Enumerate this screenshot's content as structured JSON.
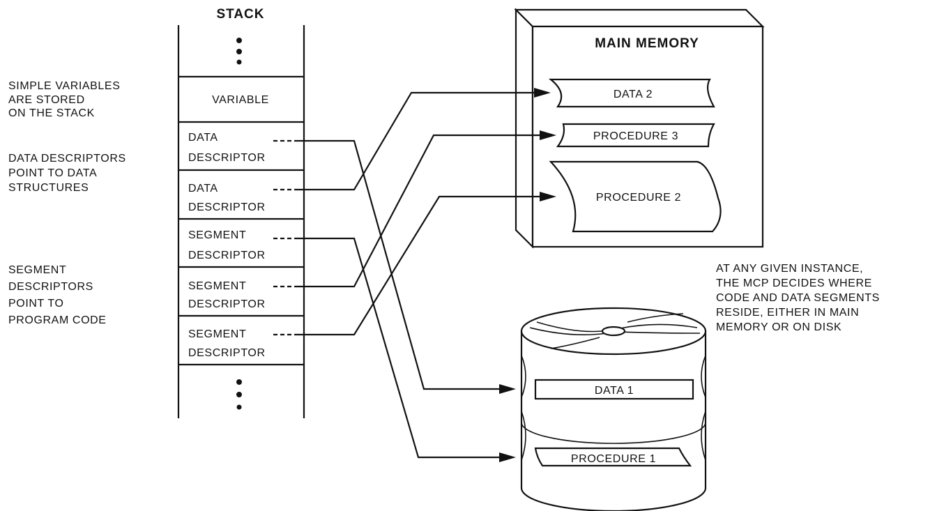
{
  "stack": {
    "title": "STACK",
    "cells": [
      {
        "lines": [
          "VARIABLE"
        ]
      },
      {
        "lines": [
          "DATA",
          "DESCRIPTOR"
        ]
      },
      {
        "lines": [
          "DATA",
          "DESCRIPTOR"
        ]
      },
      {
        "lines": [
          "SEGMENT",
          "DESCRIPTOR"
        ]
      },
      {
        "lines": [
          "SEGMENT",
          "DESCRIPTOR"
        ]
      },
      {
        "lines": [
          "SEGMENT",
          "DESCRIPTOR"
        ]
      }
    ]
  },
  "notes_left": [
    {
      "lines": [
        "SIMPLE VARIABLES",
        "ARE STORED",
        "ON THE STACK"
      ]
    },
    {
      "lines": [
        "DATA DESCRIPTORS",
        "POINT TO DATA",
        "STRUCTURES"
      ]
    },
    {
      "lines": [
        "SEGMENT",
        "DESCRIPTORS",
        "POINT TO",
        "PROGRAM CODE"
      ]
    }
  ],
  "main_memory": {
    "title": "MAIN MEMORY",
    "items": [
      "DATA 2",
      "PROCEDURE 3",
      "PROCEDURE 2"
    ]
  },
  "disk": {
    "items": [
      "DATA 1",
      "PROCEDURE 1"
    ]
  },
  "note_right": {
    "lines": [
      "AT ANY GIVEN INSTANCE,",
      "THE MCP DECIDES WHERE",
      "CODE AND DATA SEGMENTS",
      "RESIDE, EITHER IN MAIN",
      "MEMORY OR ON DISK"
    ]
  }
}
